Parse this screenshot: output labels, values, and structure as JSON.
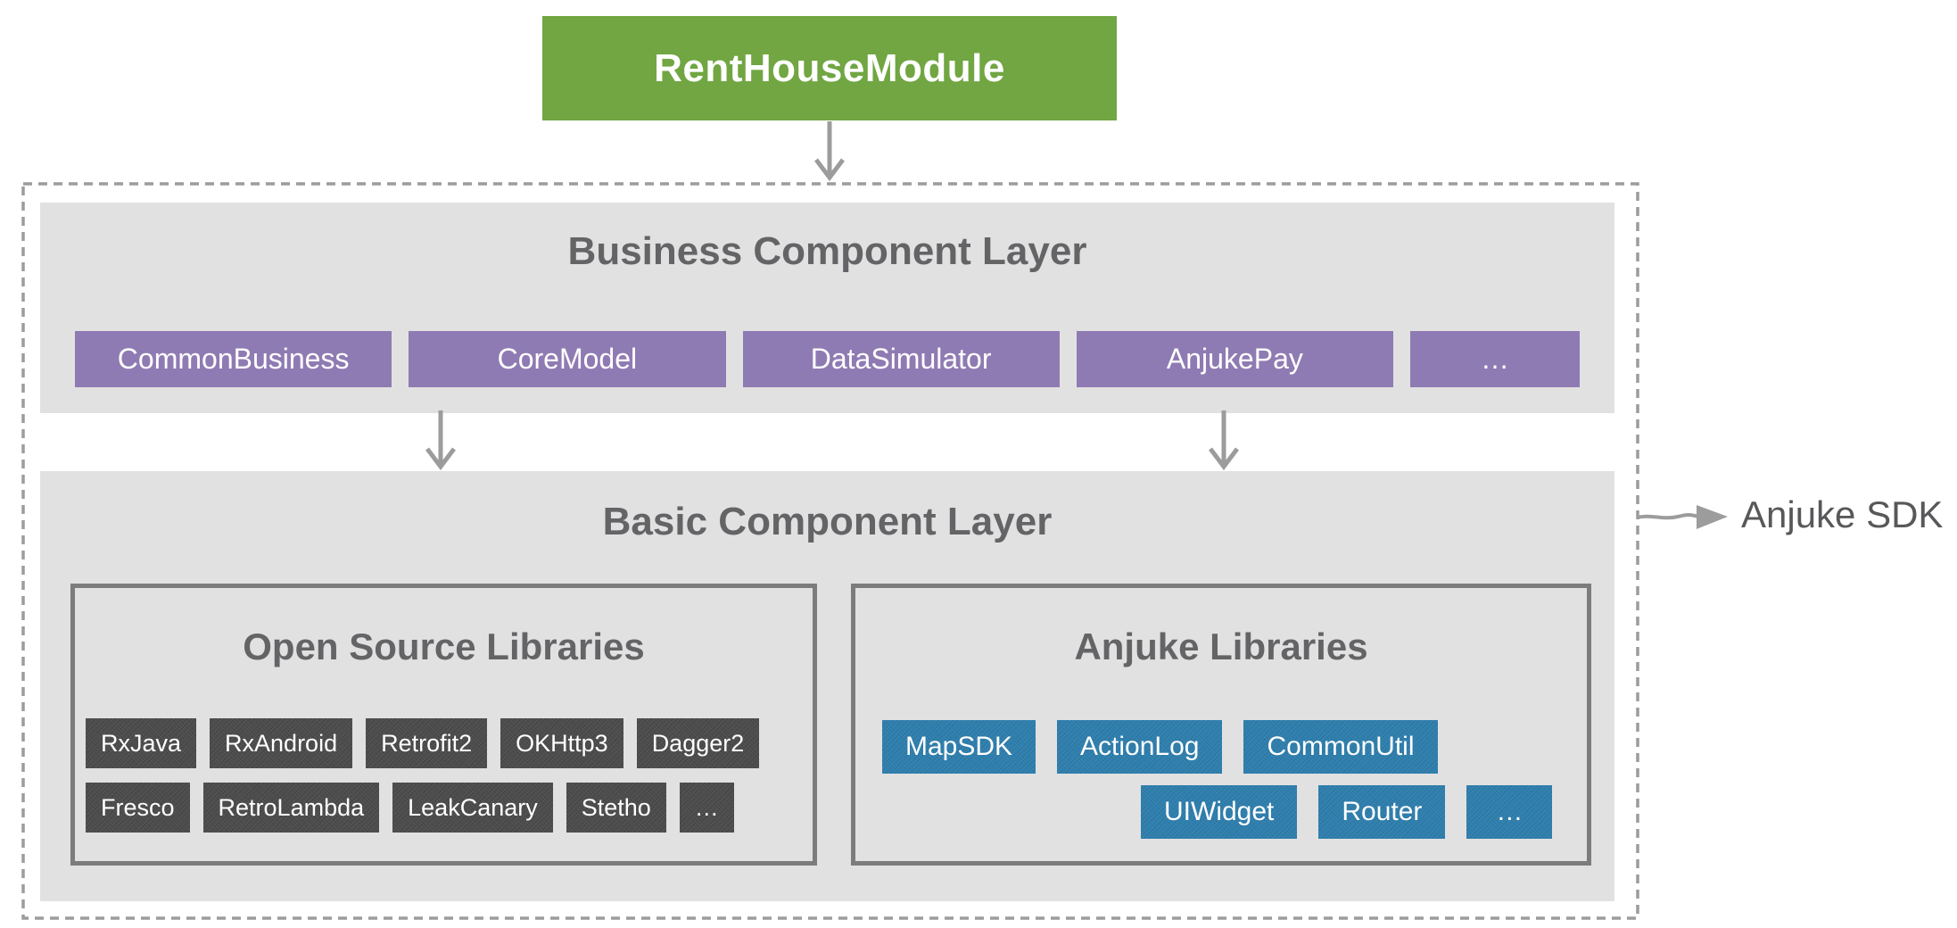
{
  "colors": {
    "green": "#71A642",
    "purple": "#8F7BB3",
    "blue": "#2E7EAD",
    "dark-chip": "#4C4C4C",
    "layer-bg": "#E2E1E1",
    "inner-border": "#7C7C7C",
    "title": "#646467",
    "arrow": "#9C9C9C",
    "sdk-text": "#58585A"
  },
  "module": {
    "label": "RentHouseModule"
  },
  "business": {
    "title": "Business Component Layer",
    "chips": [
      "CommonBusiness",
      "CoreModel",
      "DataSimulator",
      "AnjukePay",
      "…"
    ]
  },
  "basic": {
    "title": "Basic Component Layer"
  },
  "open_source": {
    "title": "Open Source Libraries",
    "row1": [
      "RxJava",
      "RxAndroid",
      "Retrofit2",
      "OKHttp3",
      "Dagger2"
    ],
    "row2": [
      "Fresco",
      "RetroLambda",
      "LeakCanary",
      "Stetho",
      "…"
    ]
  },
  "anjuke_libs": {
    "title": "Anjuke Libraries",
    "row1": [
      "MapSDK",
      "ActionLog",
      "CommonUtil"
    ],
    "row2": [
      "UIWidget",
      "Router",
      "…"
    ]
  },
  "sdk_annotation": {
    "label": "Anjuke SDK"
  }
}
